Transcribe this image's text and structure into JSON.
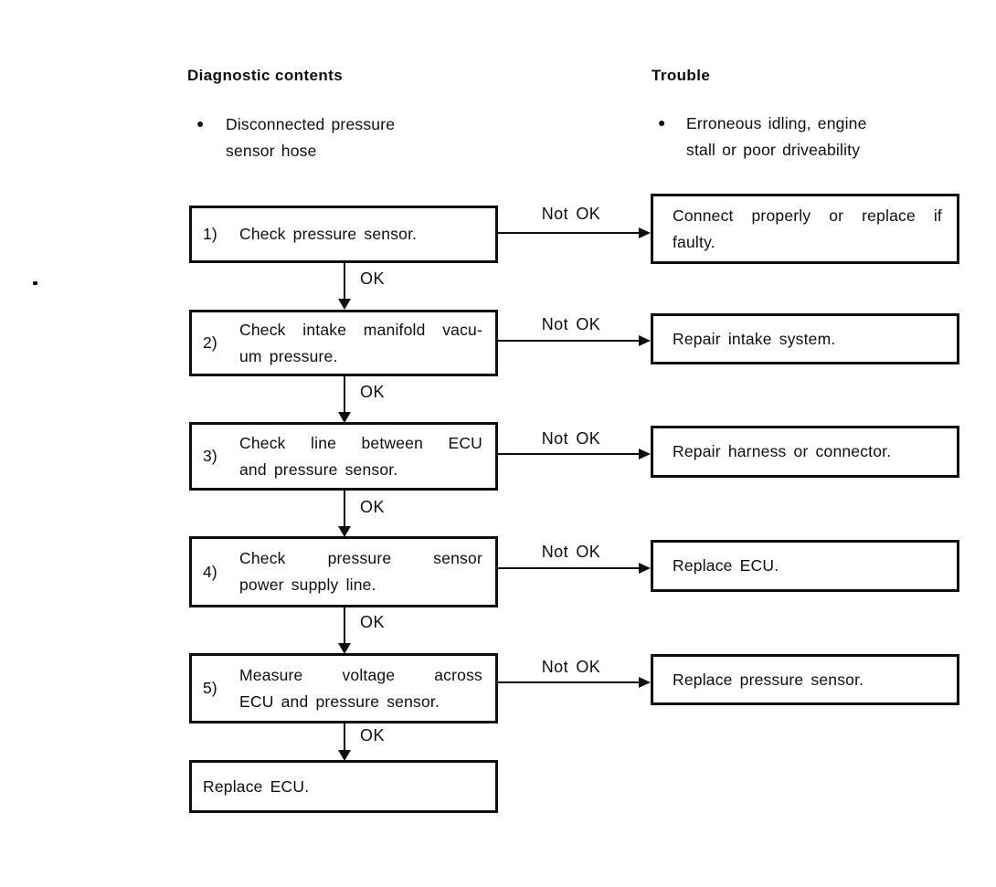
{
  "header": {
    "left": "Diagnostic contents",
    "right": "Trouble"
  },
  "bullets": {
    "left": {
      "icon": "bullet-dot",
      "lines": [
        "Disconnected pressure",
        "sensor hose"
      ]
    },
    "right": {
      "icon": "bullet-dot",
      "lines": [
        "Erroneous idling, engine",
        "stall or poor driveability"
      ]
    }
  },
  "labels": {
    "ok": "OK",
    "not_ok": "Not OK"
  },
  "steps": [
    {
      "number": "1)",
      "lines": [
        "Check pressure sensor."
      ],
      "action_lines": [
        "Connect properly or replace if",
        "faulty."
      ]
    },
    {
      "number": "2)",
      "lines": [
        "Check intake manifold vacu-",
        "um pressure."
      ],
      "action_lines": [
        "Repair intake system."
      ]
    },
    {
      "number": "3)",
      "lines": [
        "Check line between ECU",
        "and pressure sensor."
      ],
      "action_lines": [
        "Repair harness or connector."
      ]
    },
    {
      "number": "4)",
      "lines": [
        "Check pressure sensor",
        "power supply line."
      ],
      "action_lines": [
        "Replace ECU."
      ]
    },
    {
      "number": "5)",
      "lines": [
        "Measure voltage across",
        "ECU and pressure sensor."
      ],
      "action_lines": [
        "Replace pressure sensor."
      ]
    }
  ],
  "final_step": {
    "lines": [
      "Replace ECU."
    ]
  },
  "colors": {
    "ink": "#0e0e0e",
    "background": "#ffffff"
  }
}
